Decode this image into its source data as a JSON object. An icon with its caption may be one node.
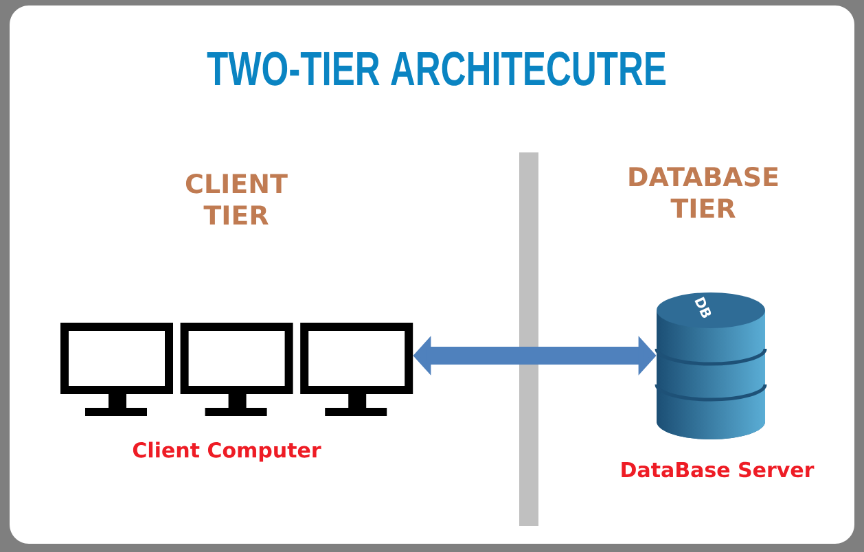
{
  "diagram": {
    "title": "TWO-TIER ARCHITECUTRE",
    "nodes": [
      {
        "text": [],
        "shape": "picture",
        "beside": [
          "Client Computer"
        ]
      },
      {
        "text": [
          "DB"
        ],
        "beside": [
          "DataBase Server"
        ]
      }
    ],
    "edges": [
      {
        "from": 0,
        "to": 1,
        "arrow": "both"
      }
    ],
    "labels": [
      "CLIENT TIER",
      "DATABASE TIER"
    ]
  }
}
